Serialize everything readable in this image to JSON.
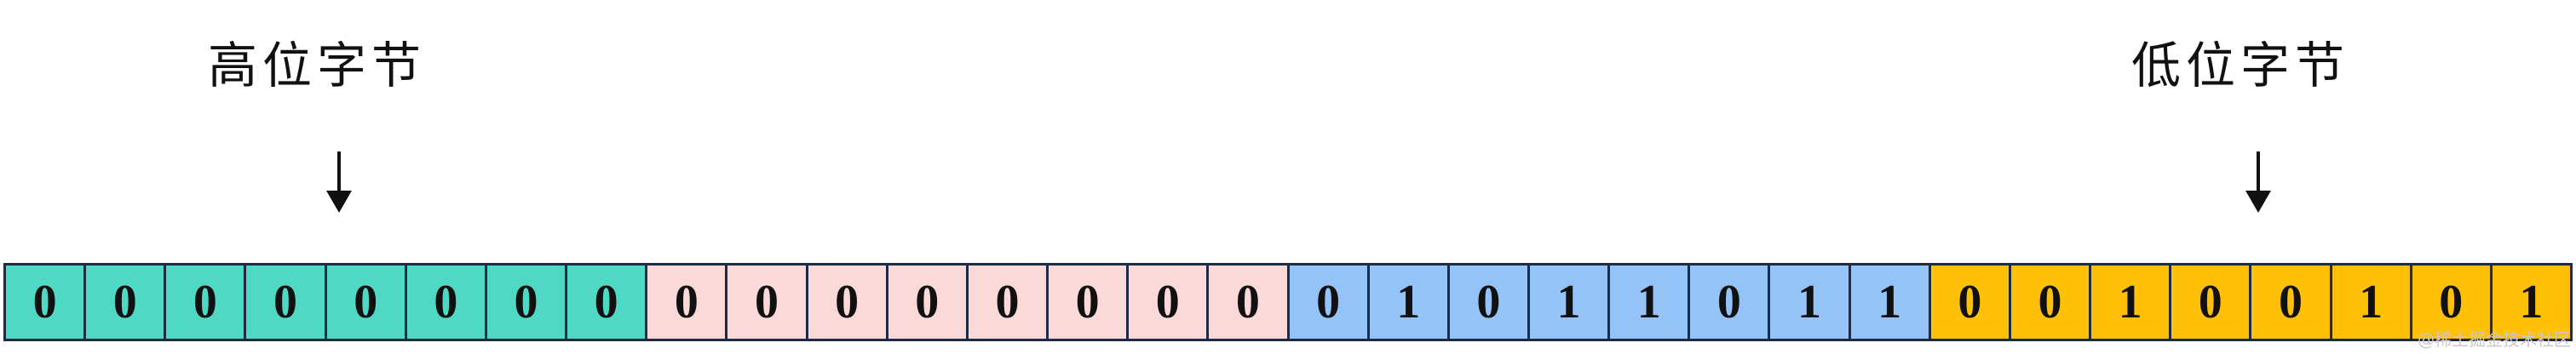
{
  "labels": {
    "high_byte": "高位字节",
    "low_byte": "低位字节"
  },
  "icons": {
    "high_arrow": "arrow-down-icon",
    "low_arrow": "arrow-down-icon"
  },
  "bytes": [
    {
      "color": "#4fd8c4",
      "bits": [
        "0",
        "0",
        "0",
        "0",
        "0",
        "0",
        "0",
        "0"
      ]
    },
    {
      "color": "#fbd9d9",
      "bits": [
        "0",
        "0",
        "0",
        "0",
        "0",
        "0",
        "0",
        "0"
      ]
    },
    {
      "color": "#93c3f7",
      "bits": [
        "0",
        "1",
        "0",
        "1",
        "1",
        "0",
        "1",
        "1"
      ]
    },
    {
      "color": "#ffc107",
      "bits": [
        "0",
        "0",
        "1",
        "0",
        "0",
        "1",
        "0",
        "1"
      ]
    }
  ],
  "watermark": "@稀土掘金技术社区"
}
